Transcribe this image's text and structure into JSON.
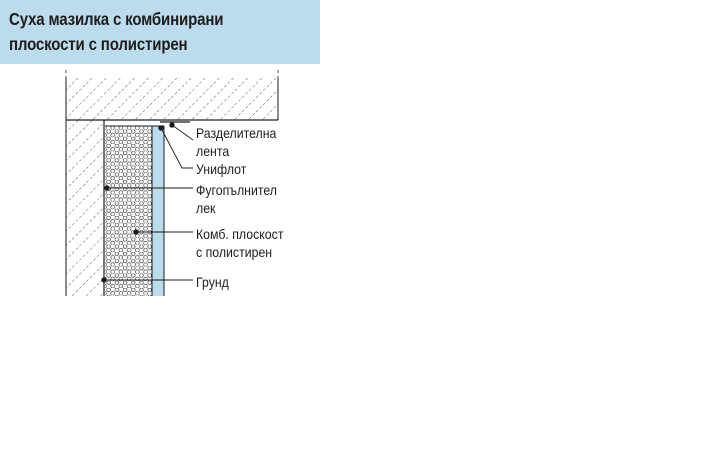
{
  "title": {
    "line1": "Суха мазилка с комбинирани",
    "line2": "плоскости с полистирен"
  },
  "labels": [
    {
      "line1": "Разделителна",
      "line2": "лента"
    },
    {
      "line1": "Унифлот",
      "line2": ""
    },
    {
      "line1": "Фугопълнител",
      "line2": "лек"
    },
    {
      "line1": "Комб. плоскост",
      "line2": "с полистирен"
    },
    {
      "line1": "Грунд",
      "line2": ""
    }
  ],
  "colors": {
    "title_bg": "#bcdced",
    "gypsum_board": "#bcdced",
    "ink": "#1d1d1b"
  }
}
